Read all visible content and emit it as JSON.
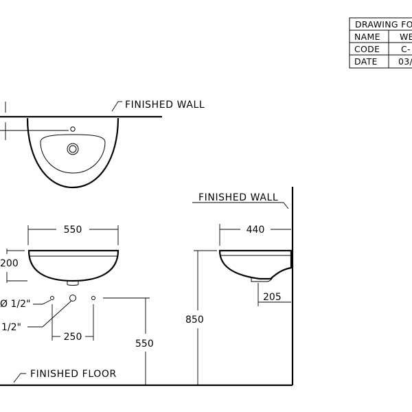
{
  "title_block": {
    "header": "DRAWING FO",
    "rows": [
      {
        "label": "NAME",
        "value": "WE"
      },
      {
        "label": "CODE",
        "value": "C-"
      },
      {
        "label": "DATE",
        "value": "03/"
      }
    ]
  },
  "labels": {
    "finished_wall_top": "FINISHED WALL",
    "finished_wall_side": "FINISHED WALL",
    "finished_floor": "FINISHED FLOOR"
  },
  "dimensions": {
    "front_width": "550",
    "front_height": "200",
    "pipe_dia_1": "Ø 1/2\"",
    "pipe_dia_2": "1/2\"",
    "pipe_spacing": "250",
    "outlet_height": "550",
    "side_depth": "440",
    "side_height": "850",
    "side_drain": "205"
  }
}
